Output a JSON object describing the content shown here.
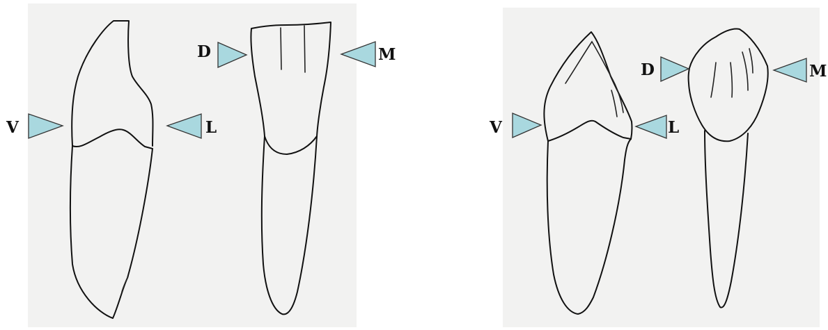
{
  "colors": {
    "paper": "#f2f2f1",
    "arrow_fill": "#a9d8df",
    "outline": "#111111"
  },
  "left_panel": {
    "labels": {
      "V": "V",
      "L": "L",
      "D": "D",
      "M": "M"
    }
  },
  "right_panel": {
    "labels": {
      "V": "V",
      "L": "L",
      "D": "D",
      "M": "M"
    }
  }
}
